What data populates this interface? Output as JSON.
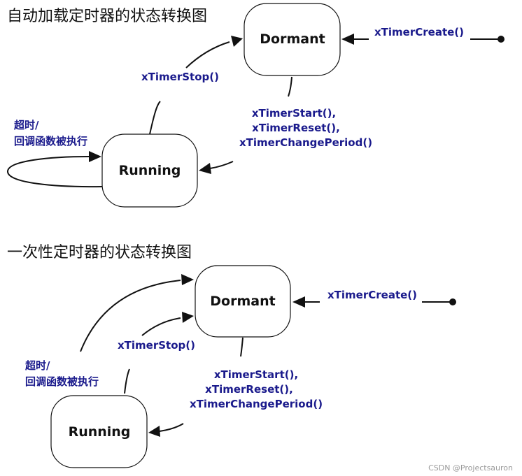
{
  "diagram1": {
    "title": "自动加载定时器的状态转换图",
    "states": {
      "dormant": "Dormant",
      "running": "Running"
    },
    "labels": {
      "create": "xTimerCreate()",
      "stop": "xTimerStop()",
      "start_1": "xTimerStart(),",
      "start_2": "xTimerReset(),",
      "start_3": "xTimerChangePeriod()",
      "callback_1": "超时/",
      "callback_2": "回调函数被执行"
    }
  },
  "diagram2": {
    "title": "一次性定时器的状态转换图",
    "states": {
      "dormant": "Dormant",
      "running": "Running"
    },
    "labels": {
      "create": "xTimerCreate()",
      "stop": "xTimerStop()",
      "start_1": "xTimerStart(),",
      "start_2": "xTimerReset(),",
      "start_3": "xTimerChangePeriod()",
      "callback_1": "超时/",
      "callback_2": "回调函数被执行"
    }
  },
  "watermark": "CSDN @Projectsauron"
}
